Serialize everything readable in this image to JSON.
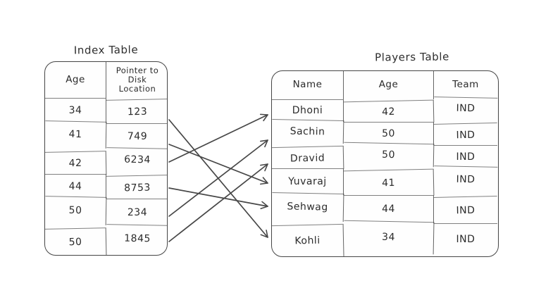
{
  "styles": {
    "background": "#ffffff",
    "stroke": "#474747",
    "text": "#2b2b2b"
  },
  "index_table": {
    "title": "Index Table",
    "columns": [
      "Age",
      "Pointer to Disk Location"
    ],
    "rows": [
      {
        "age": "34",
        "pointer": "123"
      },
      {
        "age": "41",
        "pointer": "749"
      },
      {
        "age": "42",
        "pointer": "6234"
      },
      {
        "age": "44",
        "pointer": "8753"
      },
      {
        "age": "50",
        "pointer": "234"
      },
      {
        "age": "50",
        "pointer": "1845"
      }
    ]
  },
  "players_table": {
    "title": "Players Table",
    "columns": [
      "Name",
      "Age",
      "Team"
    ],
    "rows": [
      {
        "name": "Dhoni",
        "age": "42",
        "team": "IND"
      },
      {
        "name": "Sachin",
        "age": "50",
        "team": "IND"
      },
      {
        "name": "Dravid",
        "age": "50",
        "team": "IND"
      },
      {
        "name": "Yuvaraj",
        "age": "41",
        "team": "IND"
      },
      {
        "name": "Sehwag",
        "age": "44",
        "team": "IND"
      },
      {
        "name": "Kohli",
        "age": "34",
        "team": "IND"
      }
    ]
  },
  "arrows": [
    {
      "from_index_row": 0,
      "to_player_row": 5,
      "description": "34 / 123 to Kohli"
    },
    {
      "from_index_row": 1,
      "to_player_row": 3,
      "description": "41 / 749 to Yuvaraj"
    },
    {
      "from_index_row": 2,
      "to_player_row": 0,
      "description": "42 / 6234 to Dhoni"
    },
    {
      "from_index_row": 3,
      "to_player_row": 4,
      "description": "44 / 8753 to Sehwag"
    },
    {
      "from_index_row": 4,
      "to_player_row": 1,
      "description": "50 / 234 to Sachin"
    },
    {
      "from_index_row": 5,
      "to_player_row": 2,
      "description": "50 / 1845 to Dravid"
    }
  ]
}
